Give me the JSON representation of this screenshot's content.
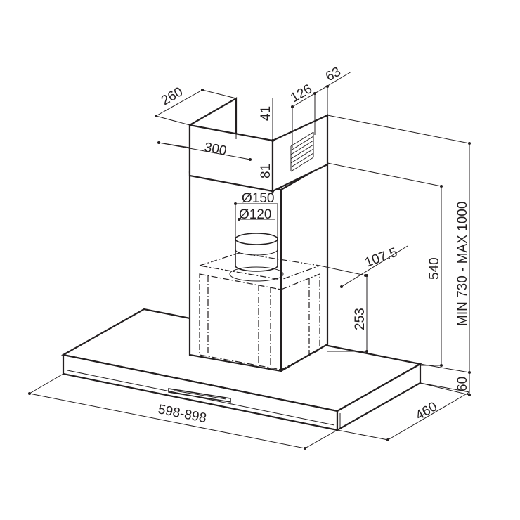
{
  "dimensions": {
    "chimney_depth": "260",
    "chimney_width": "300",
    "chimney_top_gap": "41",
    "chimney_lower_gap": "81",
    "offset_126": "126",
    "offset_63": "63",
    "duct_diameter_outer": "Ø150",
    "duct_diameter_inner": "Ø120",
    "motor_offset": "107.5",
    "motor_height": "253",
    "lower_chimney_height": "540",
    "total_height": "MIN 730 - MAX 1000",
    "canopy_thickness": "60",
    "canopy_depth": "460",
    "canopy_width": "598-898"
  }
}
